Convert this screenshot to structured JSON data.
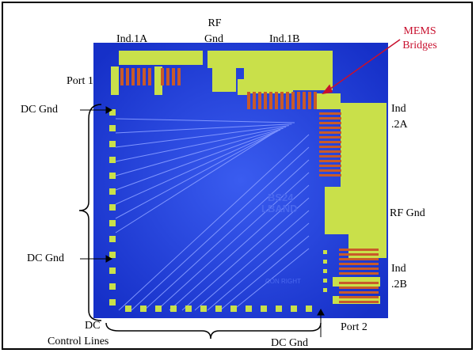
{
  "labels": {
    "ind_1a": "Ind.1A",
    "rf_gnd_top_line1": "RF",
    "rf_gnd_top_line2": "Gnd",
    "ind_1b": "Ind.1B",
    "mems_line1": "MEMS",
    "mems_line2": "Bridges",
    "port_1": "Port 1",
    "dc_gnd_upper": "DC Gnd",
    "ind_2a_line1": "Ind",
    "ind_2a_line2": ".2A",
    "rf_gnd_right": "RF Gnd",
    "dc_gnd_middle": "DC Gnd",
    "ind_2b_line1": "Ind",
    "ind_2b_line2": ".2B",
    "dc_line1": "DC",
    "control_lines": "Control Lines",
    "port_2": "Port 2",
    "dc_gnd_bottom": "DC Gnd"
  },
  "chip_marking": {
    "line1": "BS24",
    "line2": "LBAND",
    "line3": "CON RIGHT"
  },
  "colors": {
    "substrate": "#1f3fd9",
    "metal": "#c9e04a",
    "bridge": "#c85a2a",
    "annotation_red": "#c8102e"
  }
}
